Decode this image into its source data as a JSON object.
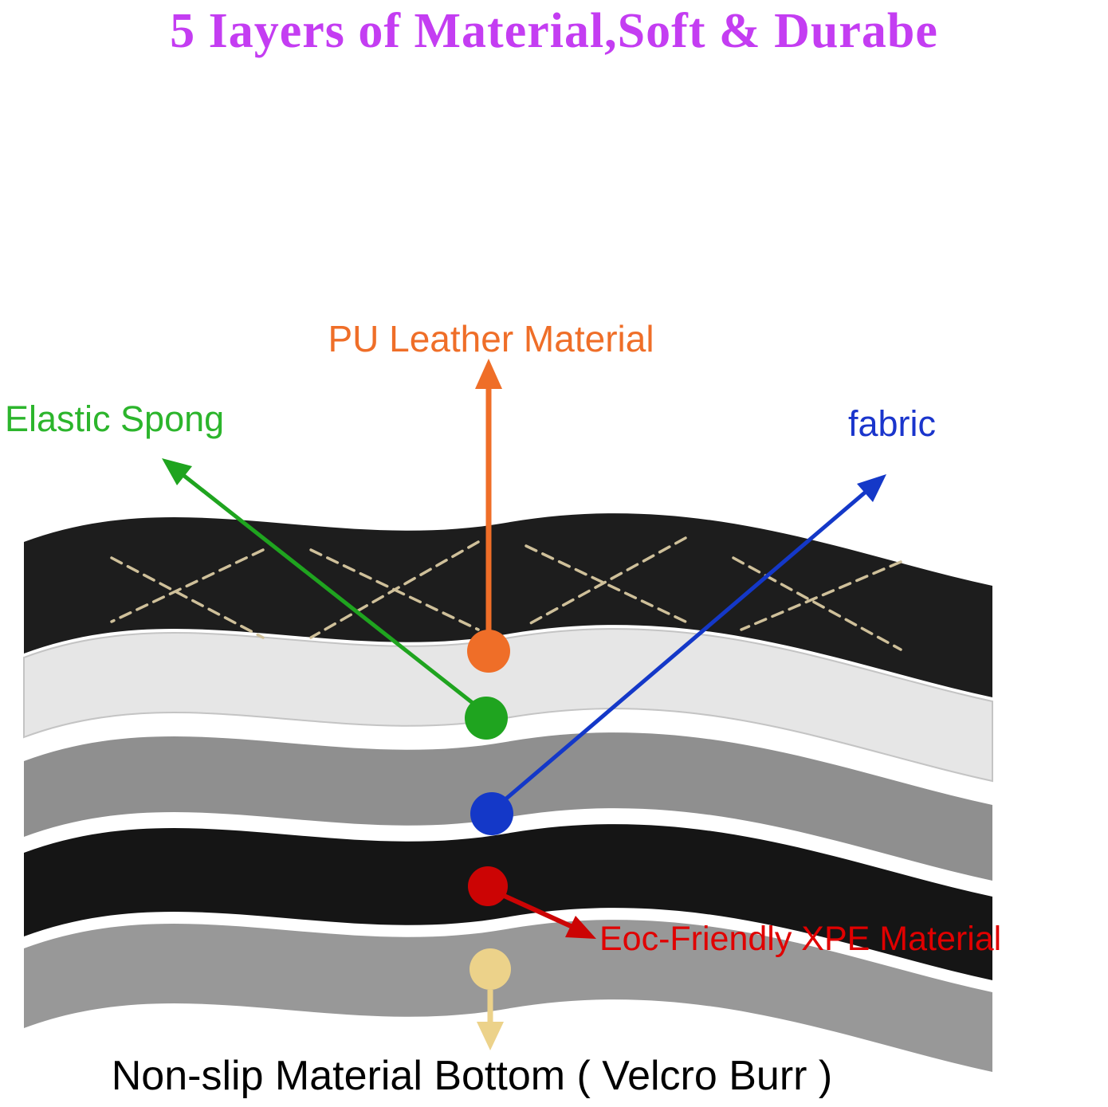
{
  "title": {
    "text": "5 Iayers of Material,Soft & Durabe",
    "color": "#c43df2"
  },
  "annotations": {
    "pu_leather": {
      "text": "PU Leather Material",
      "color": "#ef6e28"
    },
    "elastic_sponge": {
      "text": "Elastic Spong",
      "color": "#2cb52c"
    },
    "fabric": {
      "text": "fabric",
      "color": "#1a35cc"
    },
    "xpe": {
      "text": "Eoc-Friendly XPE Material",
      "color": "#e00000"
    },
    "non_slip": {
      "text": "Non-slip Material Bottom ( Velcro Burr )",
      "color": "#000000"
    }
  },
  "markers": {
    "pu_leather": {
      "color": "#ef6e28"
    },
    "elastic_sponge": {
      "color": "#1fa41f"
    },
    "fabric": {
      "color": "#1438c8"
    },
    "xpe": {
      "color": "#cc0404"
    },
    "non_slip": {
      "color": "#ecd28a"
    }
  },
  "layers": [
    {
      "name": "pu-leather-top",
      "color": "#1d1d1d",
      "stitch_color": "#cfc09a"
    },
    {
      "name": "elastic-sponge",
      "color": "#e6e6e6"
    },
    {
      "name": "fabric-layer",
      "color": "#8f8f8f"
    },
    {
      "name": "xpe-foam",
      "color": "#151515"
    },
    {
      "name": "non-slip-bottom",
      "color": "#989898"
    }
  ],
  "background": "#ffffff"
}
